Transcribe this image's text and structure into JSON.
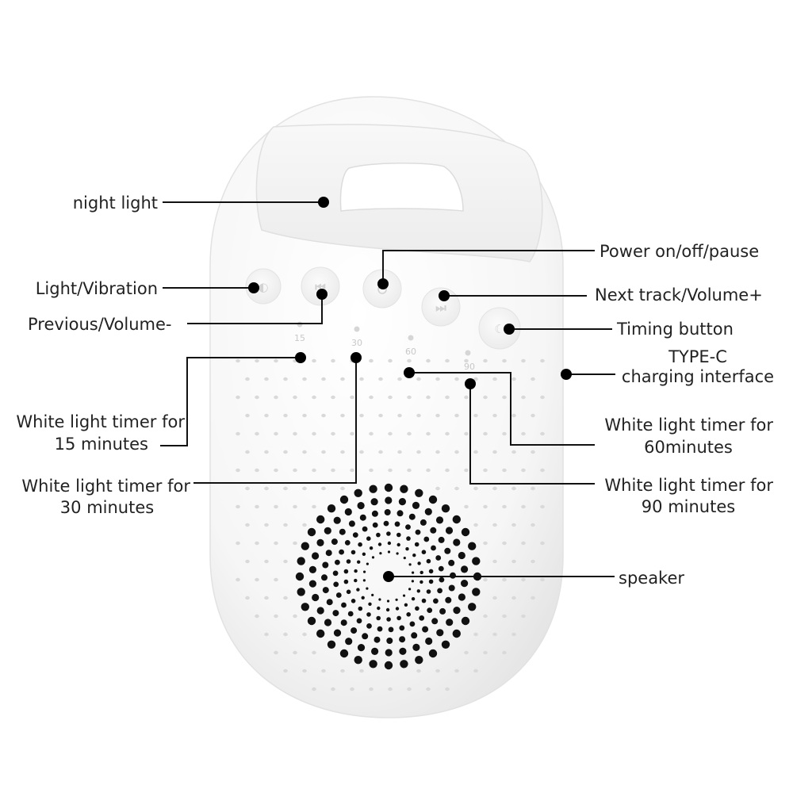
{
  "callouts": {
    "night_light": "night light",
    "power": "Power on/off/pause",
    "light_vibration": "Light/Vibration",
    "next_track": "Next track/Volume+",
    "previous": "Previous/Volume-",
    "timing": "Timing button",
    "typec_line1": "TYPE-C",
    "typec_line2": "charging interface",
    "timer15_line1": "White light timer for",
    "timer15_line2": "15 minutes",
    "timer30_line1": "White light timer for",
    "timer30_line2": "30 minutes",
    "timer60_line1": "White light timer for",
    "timer60_line2": "60minutes",
    "timer90_line1": "White light timer for",
    "timer90_line2": "90 minutes",
    "speaker": "speaker"
  },
  "device": {
    "timer_marks": {
      "m15": "15",
      "m30": "30",
      "m60": "60",
      "m90": "90"
    },
    "buttons": {
      "light_vibration_icon": "light-vibration-icon",
      "previous_icon": "previous-icon",
      "power_icon": "power-icon",
      "next_icon": "next-icon",
      "timing_icon": "moon-timer-icon"
    }
  }
}
